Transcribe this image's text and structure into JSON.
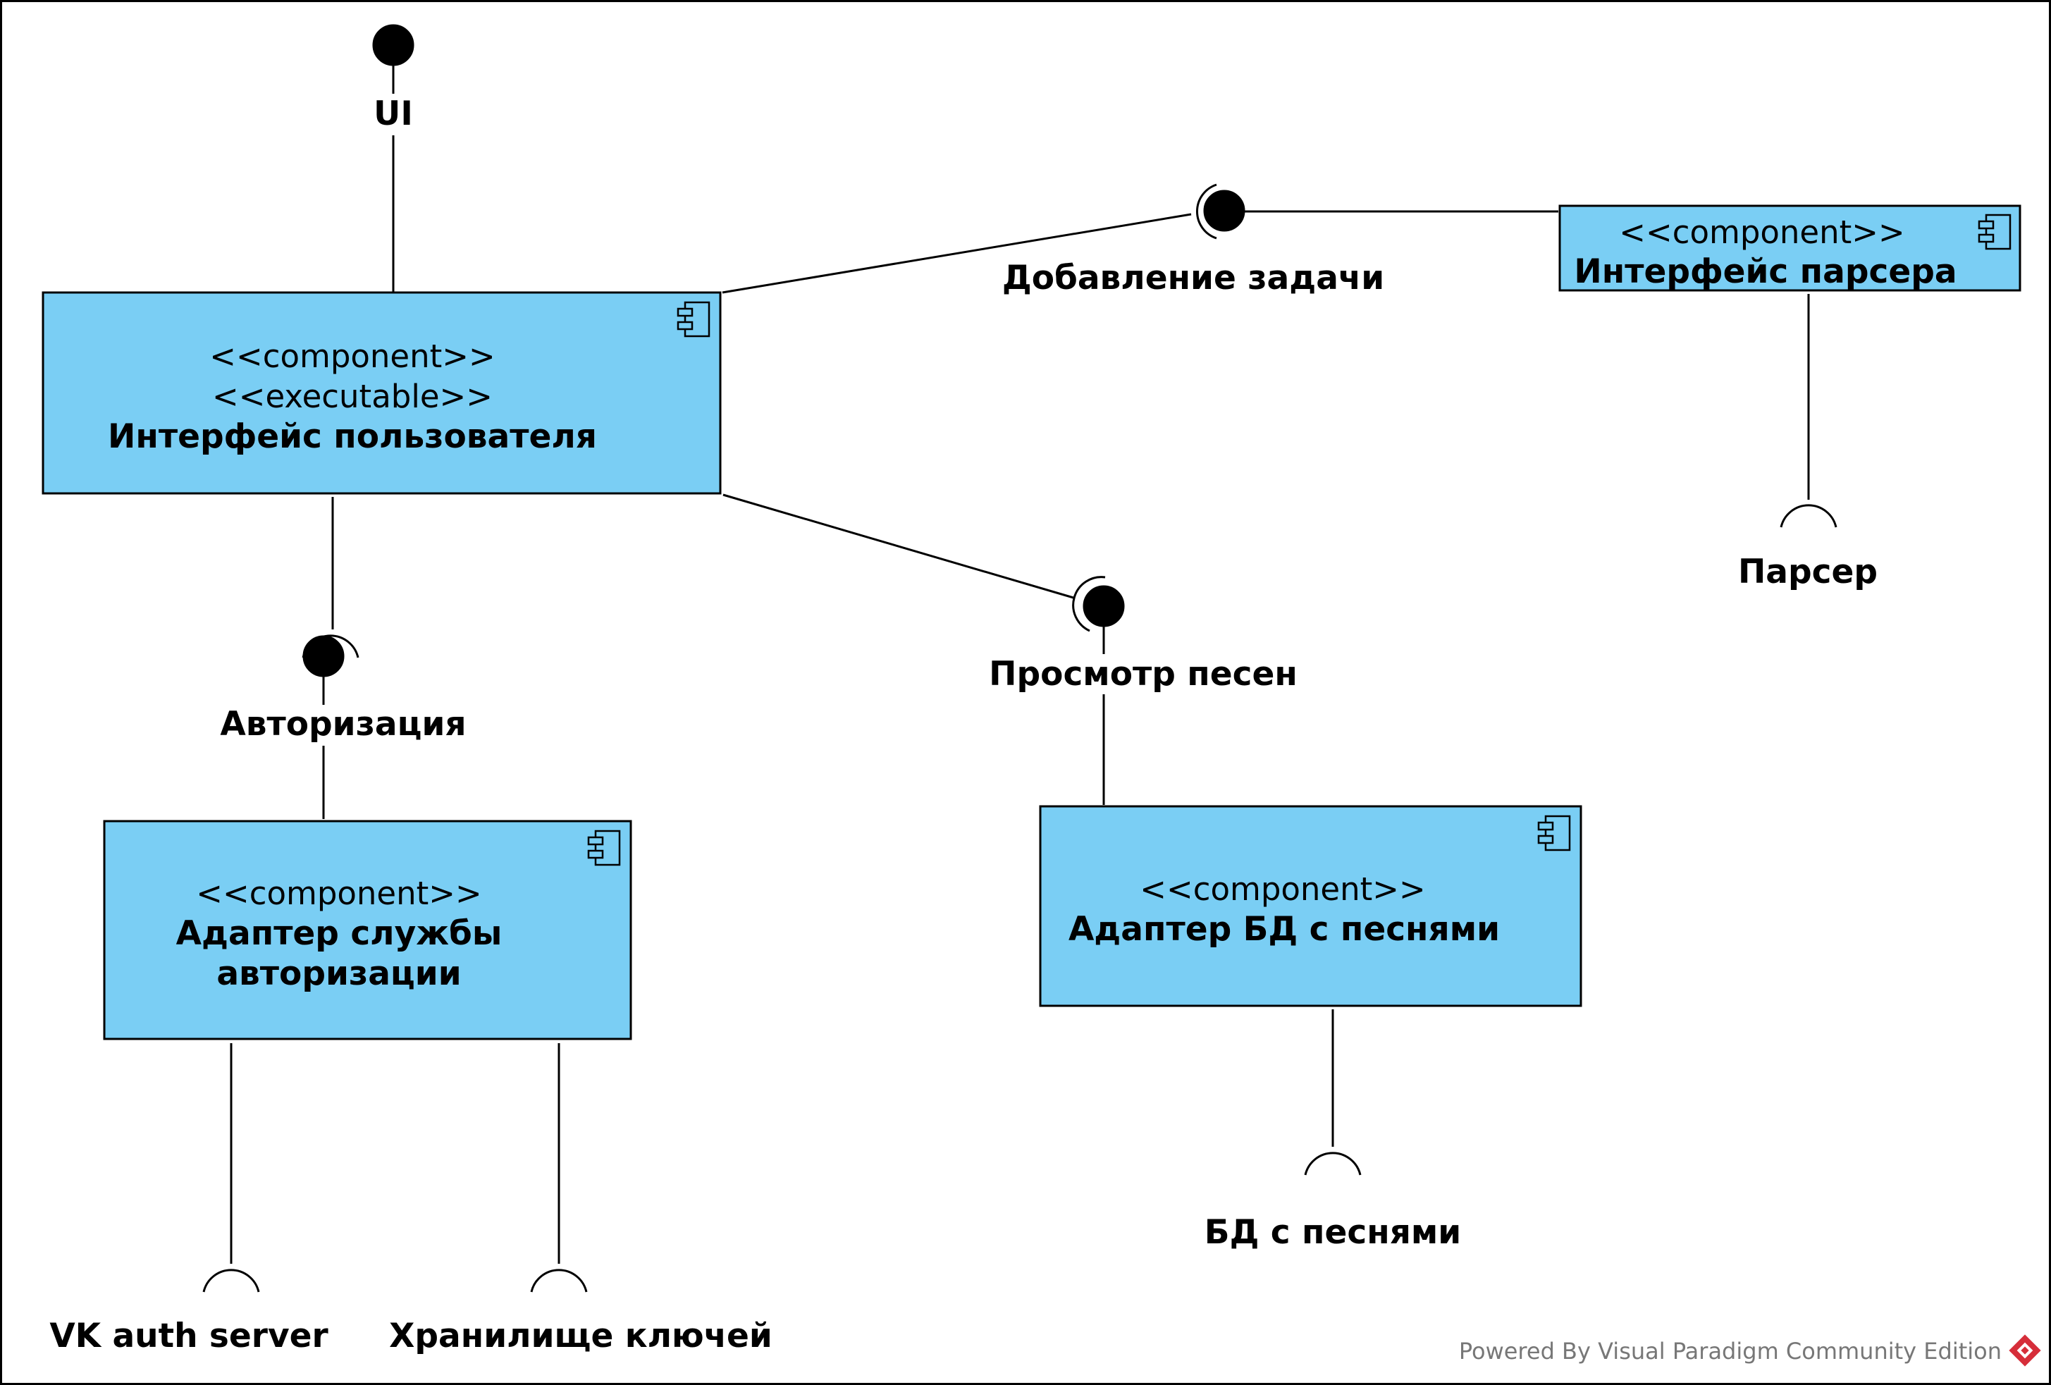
{
  "colors": {
    "component_fill": "#7ACEF4",
    "stroke": "#000000",
    "footer_text": "#777777",
    "footer_logo": "#D62E3A"
  },
  "components": {
    "ui_interface": {
      "stereotypes": [
        "<<component>>",
        "<<executable>>"
      ],
      "name": "Интерфейс пользователя"
    },
    "parser_interface": {
      "stereotypes": [
        "<<component>>"
      ],
      "name": "Интерфейс парсера"
    },
    "auth_adapter": {
      "stereotypes": [
        "<<component>>"
      ],
      "name_lines": [
        "Адаптер службы",
        "авторизации"
      ]
    },
    "songs_db_adapter": {
      "stereotypes": [
        "<<component>>"
      ],
      "name": "Адаптер БД с песнями"
    }
  },
  "interfaces": {
    "ui": "UI",
    "add_task": "Добавление задачи",
    "parser": "Парсер",
    "authorization": "Авторизация",
    "view_songs": "Просмотр песен",
    "songs_db": "БД с песнями",
    "vk_auth": "VK auth server",
    "key_storage": "Хранилище ключей"
  },
  "footer": {
    "text": "Powered By Visual Paradigm Community Edition",
    "logo_icon": "visual-paradigm-logo-icon"
  }
}
